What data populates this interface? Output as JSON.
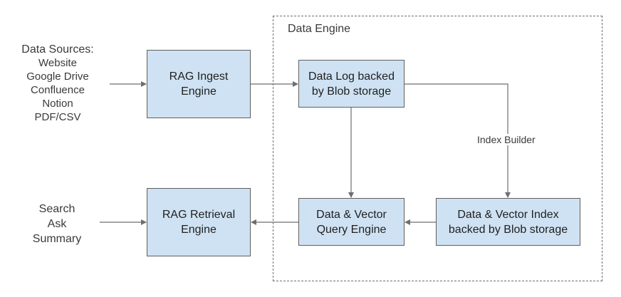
{
  "data_engine": {
    "title": "Data Engine"
  },
  "sources": {
    "heading": "Data Sources:",
    "items": [
      "Website",
      "Google Drive",
      "Confluence",
      "Notion",
      "PDF/CSV"
    ]
  },
  "queries": {
    "items": [
      "Search",
      "Ask",
      "Summary"
    ]
  },
  "nodes": {
    "ingest": [
      "RAG Ingest",
      "Engine"
    ],
    "log": [
      "Data Log backed",
      "by Blob storage"
    ],
    "retrieval": [
      "RAG Retrieval",
      "Engine"
    ],
    "query": [
      "Data & Vector",
      "Query Engine"
    ],
    "index": [
      "Data & Vector Index",
      "backed by Blob storage"
    ]
  },
  "edges": {
    "index_builder_label": "Index Builder"
  },
  "colors": {
    "box_fill": "#cfe2f3",
    "box_border": "#5f5f5f",
    "line": "#6e6e6e"
  }
}
